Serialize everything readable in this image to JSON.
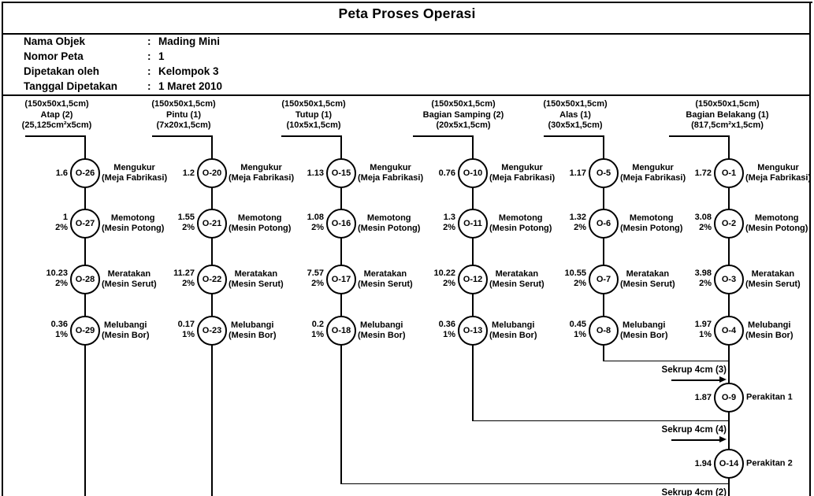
{
  "title": "Peta Proses Operasi",
  "colors": {
    "line": "#000000",
    "background": "#ffffff",
    "text": "#000000"
  },
  "info": {
    "colon": ":",
    "rows": [
      {
        "label": "Nama Objek",
        "value": "Mading Mini"
      },
      {
        "label": "Nomor Peta",
        "value": "1"
      },
      {
        "label": "Dipetakan oleh",
        "value": "Kelompok 3"
      },
      {
        "label": "Tanggal Dipetakan",
        "value": "1 Maret 2010"
      }
    ]
  },
  "columns": [
    {
      "material": {
        "dimension": "(150x50x1,5cm)",
        "name": "Atap (2)",
        "cut_size": "(25,125cm²x5cm)"
      },
      "operations": [
        {
          "id": "O-26",
          "time": "1.6",
          "scrap": "",
          "name": "Mengukur",
          "tool": "(Meja Fabrikasi)"
        },
        {
          "id": "O-27",
          "time": "1",
          "scrap": "2%",
          "name": "Memotong",
          "tool": "(Mesin Potong)"
        },
        {
          "id": "O-28",
          "time": "10.23",
          "scrap": "2%",
          "name": "Meratakan",
          "tool": "(Mesin Serut)"
        },
        {
          "id": "O-29",
          "time": "0.36",
          "scrap": "1%",
          "name": "Melubangi",
          "tool": "(Mesin Bor)"
        }
      ]
    },
    {
      "material": {
        "dimension": "(150x50x1,5cm)",
        "name": "Pintu (1)",
        "cut_size": "(7x20x1,5cm)"
      },
      "operations": [
        {
          "id": "O-20",
          "time": "1.2",
          "scrap": "",
          "name": "Mengukur",
          "tool": "(Meja Fabrikasi)"
        },
        {
          "id": "O-21",
          "time": "1.55",
          "scrap": "2%",
          "name": "Memotong",
          "tool": "(Mesin Potong)"
        },
        {
          "id": "O-22",
          "time": "11.27",
          "scrap": "2%",
          "name": "Meratakan",
          "tool": "(Mesin Serut)"
        },
        {
          "id": "O-23",
          "time": "0.17",
          "scrap": "1%",
          "name": "Melubangi",
          "tool": "(Mesin Bor)"
        }
      ]
    },
    {
      "material": {
        "dimension": "(150x50x1,5cm)",
        "name": "Tutup (1)",
        "cut_size": "(10x5x1,5cm)"
      },
      "operations": [
        {
          "id": "O-15",
          "time": "1.13",
          "scrap": "",
          "name": "Mengukur",
          "tool": "(Meja Fabrikasi)"
        },
        {
          "id": "O-16",
          "time": "1.08",
          "scrap": "2%",
          "name": "Memotong",
          "tool": "(Mesin Potong)"
        },
        {
          "id": "O-17",
          "time": "7.57",
          "scrap": "2%",
          "name": "Meratakan",
          "tool": "(Mesin Serut)"
        },
        {
          "id": "O-18",
          "time": "0.2",
          "scrap": "1%",
          "name": "Melubangi",
          "tool": "(Mesin Bor)"
        }
      ]
    },
    {
      "material": {
        "dimension": "(150x50x1,5cm)",
        "name": "Bagian Samping (2)",
        "cut_size": "(20x5x1,5cm)"
      },
      "operations": [
        {
          "id": "O-10",
          "time": "0.76",
          "scrap": "",
          "name": "Mengukur",
          "tool": "(Meja Fabrikasi)"
        },
        {
          "id": "O-11",
          "time": "1.3",
          "scrap": "2%",
          "name": "Memotong",
          "tool": "(Mesin Potong)"
        },
        {
          "id": "O-12",
          "time": "10.22",
          "scrap": "2%",
          "name": "Meratakan",
          "tool": "(Mesin Serut)"
        },
        {
          "id": "O-13",
          "time": "0.36",
          "scrap": "1%",
          "name": "Melubangi",
          "tool": "(Mesin Bor)"
        }
      ]
    },
    {
      "material": {
        "dimension": "(150x50x1,5cm)",
        "name": "Alas (1)",
        "cut_size": "(30x5x1,5cm)"
      },
      "operations": [
        {
          "id": "O-5",
          "time": "1.17",
          "scrap": "",
          "name": "Mengukur",
          "tool": "(Meja Fabrikasi)"
        },
        {
          "id": "O-6",
          "time": "1.32",
          "scrap": "2%",
          "name": "Memotong",
          "tool": "(Mesin Potong)"
        },
        {
          "id": "O-7",
          "time": "10.55",
          "scrap": "2%",
          "name": "Meratakan",
          "tool": "(Mesin Serut)"
        },
        {
          "id": "O-8",
          "time": "0.45",
          "scrap": "1%",
          "name": "Melubangi",
          "tool": "(Mesin Bor)"
        }
      ]
    },
    {
      "material": {
        "dimension": "(150x50x1,5cm)",
        "name": "Bagian Belakang (1)",
        "cut_size": "(817,5cm²x1,5cm)"
      },
      "operations": [
        {
          "id": "O-1",
          "time": "1.72",
          "scrap": "",
          "name": "Mengukur",
          "tool": "(Meja Fabrikasi)"
        },
        {
          "id": "O-2",
          "time": "3.08",
          "scrap": "2%",
          "name": "Memotong",
          "tool": "(Mesin Potong)"
        },
        {
          "id": "O-3",
          "time": "3.98",
          "scrap": "2%",
          "name": "Meratakan",
          "tool": "(Mesin Serut)"
        },
        {
          "id": "O-4",
          "time": "1.97",
          "scrap": "1%",
          "name": "Melubangi",
          "tool": "(Mesin Bor)"
        }
      ]
    }
  ],
  "assemblies": [
    {
      "component_label": "Sekrup 4cm (3)",
      "id": "O-9",
      "time": "1.87",
      "name": "Perakitan 1"
    },
    {
      "component_label": "Sekrup 4cm (4)",
      "id": "O-14",
      "time": "1.94",
      "name": "Perakitan 2"
    },
    {
      "component_label": "Sekrup 4cm (2)"
    }
  ]
}
